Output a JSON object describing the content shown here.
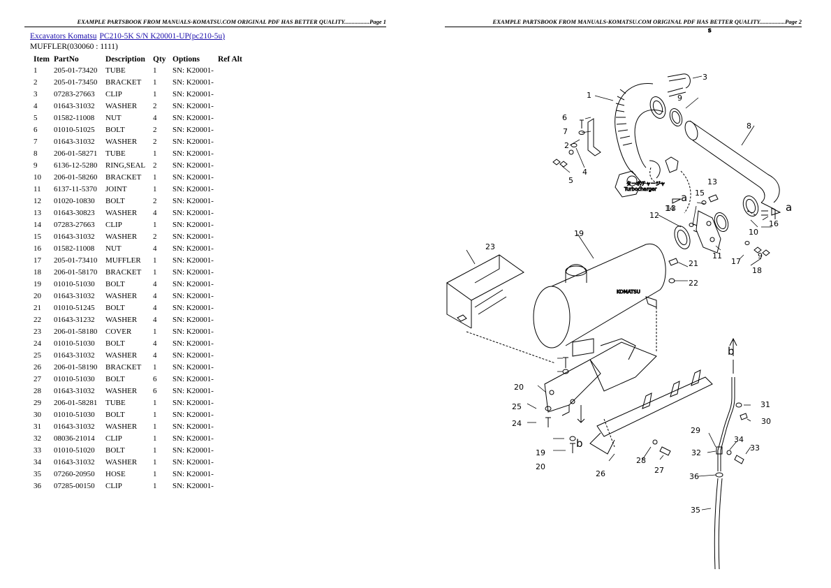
{
  "page_headers": [
    "EXAMPLE PARTSBOOK FROM MANUALS-KOMATSU.COM ORIGINAL PDF HAS BETTER QUALITY.................Page 1",
    "EXAMPLE PARTSBOOK FROM MANUALS-KOMATSU.COM ORIGINAL PDF HAS BETTER QUALITY.................Page 2"
  ],
  "breadcrumb": {
    "link1": "Excavators Komatsu",
    "link2": "PC210-5K S/N K20001-UP(pc210-5u)"
  },
  "subtitle": "MUFFLER(030060 : 1111)",
  "table": {
    "headers": [
      "Item",
      "PartNo",
      "Description",
      "Qty",
      "Options",
      "Ref Alt"
    ],
    "rows": [
      [
        "1",
        "205-01-73420",
        "TUBE",
        "1",
        "SN: K20001-",
        ""
      ],
      [
        "2",
        "205-01-73450",
        "BRACKET",
        "1",
        "SN: K20001-",
        ""
      ],
      [
        "3",
        "07283-27663",
        "CLIP",
        "1",
        "SN: K20001-",
        ""
      ],
      [
        "4",
        "01643-31032",
        "WASHER",
        "2",
        "SN: K20001-",
        ""
      ],
      [
        "5",
        "01582-11008",
        "NUT",
        "4",
        "SN: K20001-",
        ""
      ],
      [
        "6",
        "01010-51025",
        "BOLT",
        "2",
        "SN: K20001-",
        ""
      ],
      [
        "7",
        "01643-31032",
        "WASHER",
        "2",
        "SN: K20001-",
        ""
      ],
      [
        "8",
        "206-01-58271",
        "TUBE",
        "1",
        "SN: K20001-",
        ""
      ],
      [
        "9",
        "6136-12-5280",
        "RING,SEAL",
        "2",
        "SN: K20001-",
        ""
      ],
      [
        "10",
        "206-01-58260",
        "BRACKET",
        "1",
        "SN: K20001-",
        ""
      ],
      [
        "11",
        "6137-11-5370",
        "JOINT",
        "1",
        "SN: K20001-",
        ""
      ],
      [
        "12",
        "01020-10830",
        "BOLT",
        "2",
        "SN: K20001-",
        ""
      ],
      [
        "13",
        "01643-30823",
        "WASHER",
        "4",
        "SN: K20001-",
        ""
      ],
      [
        "14",
        "07283-27663",
        "CLIP",
        "1",
        "SN: K20001-",
        ""
      ],
      [
        "15",
        "01643-31032",
        "WASHER",
        "2",
        "SN: K20001-",
        ""
      ],
      [
        "16",
        "01582-11008",
        "NUT",
        "4",
        "SN: K20001-",
        ""
      ],
      [
        "17",
        "205-01-73410",
        "MUFFLER",
        "1",
        "SN: K20001-",
        ""
      ],
      [
        "18",
        "206-01-58170",
        "BRACKET",
        "1",
        "SN: K20001-",
        ""
      ],
      [
        "19",
        "01010-51030",
        "BOLT",
        "4",
        "SN: K20001-",
        ""
      ],
      [
        "20",
        "01643-31032",
        "WASHER",
        "4",
        "SN: K20001-",
        ""
      ],
      [
        "21",
        "01010-51245",
        "BOLT",
        "4",
        "SN: K20001-",
        ""
      ],
      [
        "22",
        "01643-31232",
        "WASHER",
        "4",
        "SN: K20001-",
        ""
      ],
      [
        "23",
        "206-01-58180",
        "COVER",
        "1",
        "SN: K20001-",
        ""
      ],
      [
        "24",
        "01010-51030",
        "BOLT",
        "4",
        "SN: K20001-",
        ""
      ],
      [
        "25",
        "01643-31032",
        "WASHER",
        "4",
        "SN: K20001-",
        ""
      ],
      [
        "26",
        "206-01-58190",
        "BRACKET",
        "1",
        "SN: K20001-",
        ""
      ],
      [
        "27",
        "01010-51030",
        "BOLT",
        "6",
        "SN: K20001-",
        ""
      ],
      [
        "28",
        "01643-31032",
        "WASHER",
        "6",
        "SN: K20001-",
        ""
      ],
      [
        "29",
        "206-01-58281",
        "TUBE",
        "1",
        "SN: K20001-",
        ""
      ],
      [
        "30",
        "01010-51030",
        "BOLT",
        "1",
        "SN: K20001-",
        ""
      ],
      [
        "31",
        "01643-31032",
        "WASHER",
        "1",
        "SN: K20001-",
        ""
      ],
      [
        "32",
        "08036-21014",
        "CLIP",
        "1",
        "SN: K20001-",
        ""
      ],
      [
        "33",
        "01010-51020",
        "BOLT",
        "1",
        "SN: K20001-",
        ""
      ],
      [
        "34",
        "01643-31032",
        "WASHER",
        "1",
        "SN: K20001-",
        ""
      ],
      [
        "35",
        "07260-20950",
        "HOSE",
        "1",
        "SN: K20001-",
        ""
      ],
      [
        "36",
        "07285-00150",
        "CLIP",
        "1",
        "SN: K20001-",
        ""
      ]
    ]
  },
  "diagram": {
    "callouts": [
      "1",
      "2",
      "3",
      "4",
      "5",
      "6",
      "7",
      "8",
      "9",
      "9",
      "10",
      "11",
      "12",
      "13",
      "13",
      "14",
      "15",
      "16",
      "17",
      "18",
      "19",
      "19",
      "20",
      "20",
      "21",
      "22",
      "23",
      "24",
      "25",
      "26",
      "27",
      "28",
      "29",
      "30",
      "31",
      "32",
      "33",
      "34",
      "35",
      "36"
    ],
    "ref_letters": [
      "a",
      "a",
      "b",
      "b"
    ],
    "turbo_label": "Turbocharger",
    "turbo_japanese": "ターボチャージャ",
    "muffler_text": "KOMATSU",
    "page_mark": "S"
  }
}
